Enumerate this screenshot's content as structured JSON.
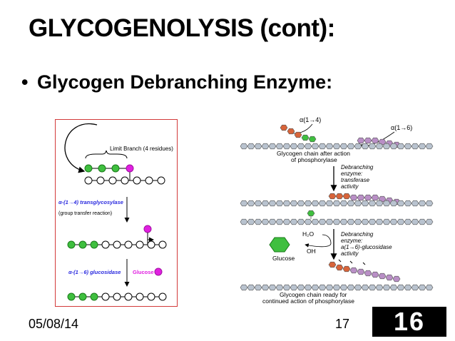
{
  "slide": {
    "title": "GLYCOGENOLYSIS (cont):",
    "bullet": "Glycogen Debranching Enzyme:",
    "date": "05/08/14",
    "page_number": "17",
    "badge": "16"
  },
  "left_figure": {
    "limit_branch_label": "Limit Branch (4 residues)",
    "transferase_label": "α-(1→4) transglycosylase",
    "group_transfer_label": "(group transfer reaction)",
    "glucosidase_label": "α-(1→6) glucosidase",
    "glucose_label": "Glucose"
  },
  "right_figure": {
    "bond_14": "α(1→4)",
    "bond_16": "α(1→6)",
    "caption_after_line1": "Glycogen chain after action",
    "caption_after_line2": "of phosphorylase",
    "transferase_line1": "Debranching",
    "transferase_line2": "enzyme:",
    "transferase_line3": "transferase",
    "transferase_line4": "activity",
    "water": "H₂O",
    "hydroxyl": "OH",
    "glucose": "Glucose",
    "glucosidase_line1": "Debranching",
    "glucosidase_line2": "enzyme:",
    "glucosidase_line3": "a(1→6)-glucosidase",
    "glucosidase_line4": "activity",
    "caption_ready_line1": "Glycogen chain ready for",
    "caption_ready_line2": "continued action of phosphorylase"
  },
  "colors": {
    "accent_red": "#d23a3a",
    "green_residue": "#3fbf3f",
    "magenta": "#e020e0",
    "orange_residue": "#d8643a",
    "purple_residue": "#b98fc6",
    "grey_residue": "#b9c3cf"
  }
}
